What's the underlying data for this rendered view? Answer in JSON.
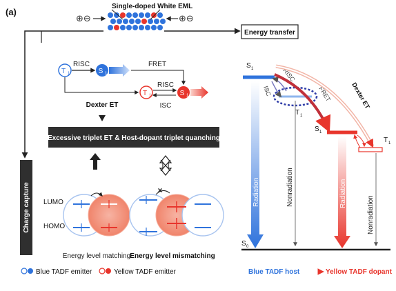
{
  "panel_label": "(a)",
  "eml": {
    "title": "Single-doped White EML",
    "left_carriers": "⊕⊖",
    "right_carriers": "⊕⊖"
  },
  "energy_transfer_label": "Energy transfer",
  "charge_capture_label": "Charge capture",
  "left_scheme": {
    "t1": "T",
    "t1_sub": "1",
    "s1": "S",
    "s1_sub": "1",
    "risc_top": "RISC",
    "fret": "FRET",
    "risc_bottom": "RISC",
    "isc": "ISC",
    "dexter": "Dexter ET"
  },
  "quench_banner": "Excessive triplet ET & Host-dopant triplet quanching",
  "orbitals": {
    "lumo": "LUMO",
    "homo": "HOMO",
    "match_caption": "Energy level matching",
    "mismatch_caption": "Energy level mismatching",
    "cross_mark": "×"
  },
  "legend": {
    "blue_label": "Blue TADF emitter",
    "yellow_label": "Yellow TADF emitter"
  },
  "jablonski": {
    "s1_host": "S",
    "s1_host_sub": "1",
    "t1_host": "T",
    "t1_host_sub": "1",
    "s1_dopant": "S",
    "s1_dopant_sub": "1",
    "t1_dopant": "T",
    "t1_dopant_sub": "1",
    "s0": "S",
    "s0_sub": "0",
    "risc": "RISC",
    "isc": "ISC",
    "fret": "FRET",
    "dexter": "Dexter ET",
    "radiation_blue": "Radiation",
    "nonradiation_host": "Nonradiation",
    "radiation_yellow": "Radiation",
    "nonradiation_dopant": "Nonradiation",
    "host_label": "Blue TADF host",
    "dopant_label": "Yellow TADF dopant"
  },
  "colors": {
    "blue": "#2f73dc",
    "light_blue": "#8fb6ee",
    "red": "#e8352c",
    "salmon": "#f39a86",
    "dark": "#2f2f2f",
    "gray_line": "#888888"
  }
}
